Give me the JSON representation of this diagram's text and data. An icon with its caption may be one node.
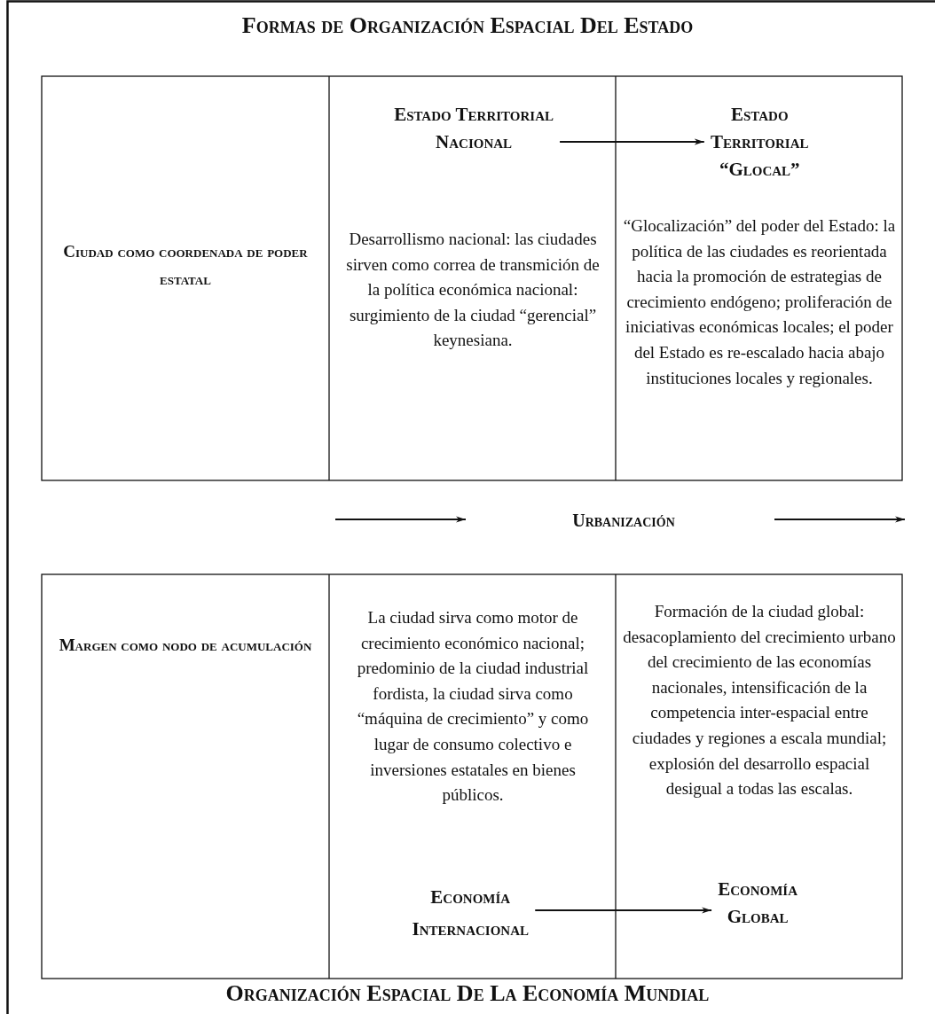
{
  "diagram": {
    "title": "Formas de Organización Espacial Del Estado",
    "caption": "Organización Espacial De La Economía Mundial",
    "nodes": [
      {
        "text": [
          "Estado Territorial Nacional"
        ]
      },
      {
        "text": [
          "Estado Territorial “Glocal”"
        ]
      },
      {
        "text": [
          "Economía Internacional"
        ]
      },
      {
        "text": [
          "Economía Global"
        ]
      }
    ],
    "edges": [
      {
        "from": 0,
        "to": 1,
        "arrow": "to"
      },
      {
        "from": 2,
        "to": 3,
        "arrow": "to"
      }
    ],
    "labels": [
      "Ciudad como coordenada de poder estatal",
      "Desarrollismo nacional: las ciudades sirven como correa de transmición de la política económica nacional: surgimiento de la ciudad “gerencial” keynesiana.",
      "“Glocalización” del poder del Estado: la política de las ciudades es reorientada hacia la promoción de estrategias de crecimiento endógeno; proliferación de iniciativas económicas locales; el poder del Estado es re-escalado hacia abajo instituciones locales y regionales.",
      "Urbanización",
      "Margen como nodo de acumulación",
      "La ciudad sirva como motor de crecimiento económico nacional; predominio de la ciudad industrial fordista, la ciudad sirva como “máquina de crecimiento” y como lugar de consumo colectivo e inversiones estatales en bienes públicos.",
      "Formación de la ciudad global: desacoplamiento del crecimiento urbano del crecimiento de las economías nacionales, intensificación de la competencia inter-espacial entre ciudades y regiones a escala mundial; explosión del desarrollo espacial desigual a todas las escalas."
    ]
  }
}
